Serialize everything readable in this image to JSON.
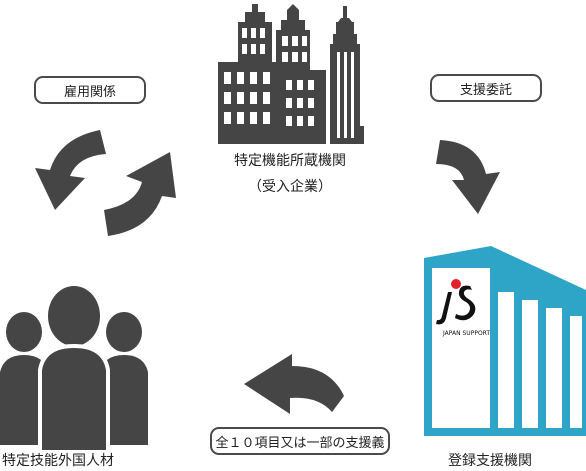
{
  "nodes": {
    "company": {
      "title": "特定機能所蔵機関",
      "subtitle": "（受入企業）"
    },
    "worker": {
      "title": "特定技能外国人材"
    },
    "support_org": {
      "title": "登録支援機関"
    }
  },
  "relations": {
    "employment": "雇用関係",
    "support_contract": "支援委託",
    "support_items": "全１０項目又は一部の支援義"
  },
  "logo": {
    "text": "JS",
    "caption": "JAPAN SUPPORT"
  },
  "colors": {
    "icon_dark": "#454545",
    "building_blue": "#2ea4c6",
    "logo_red": "#e0202a"
  }
}
